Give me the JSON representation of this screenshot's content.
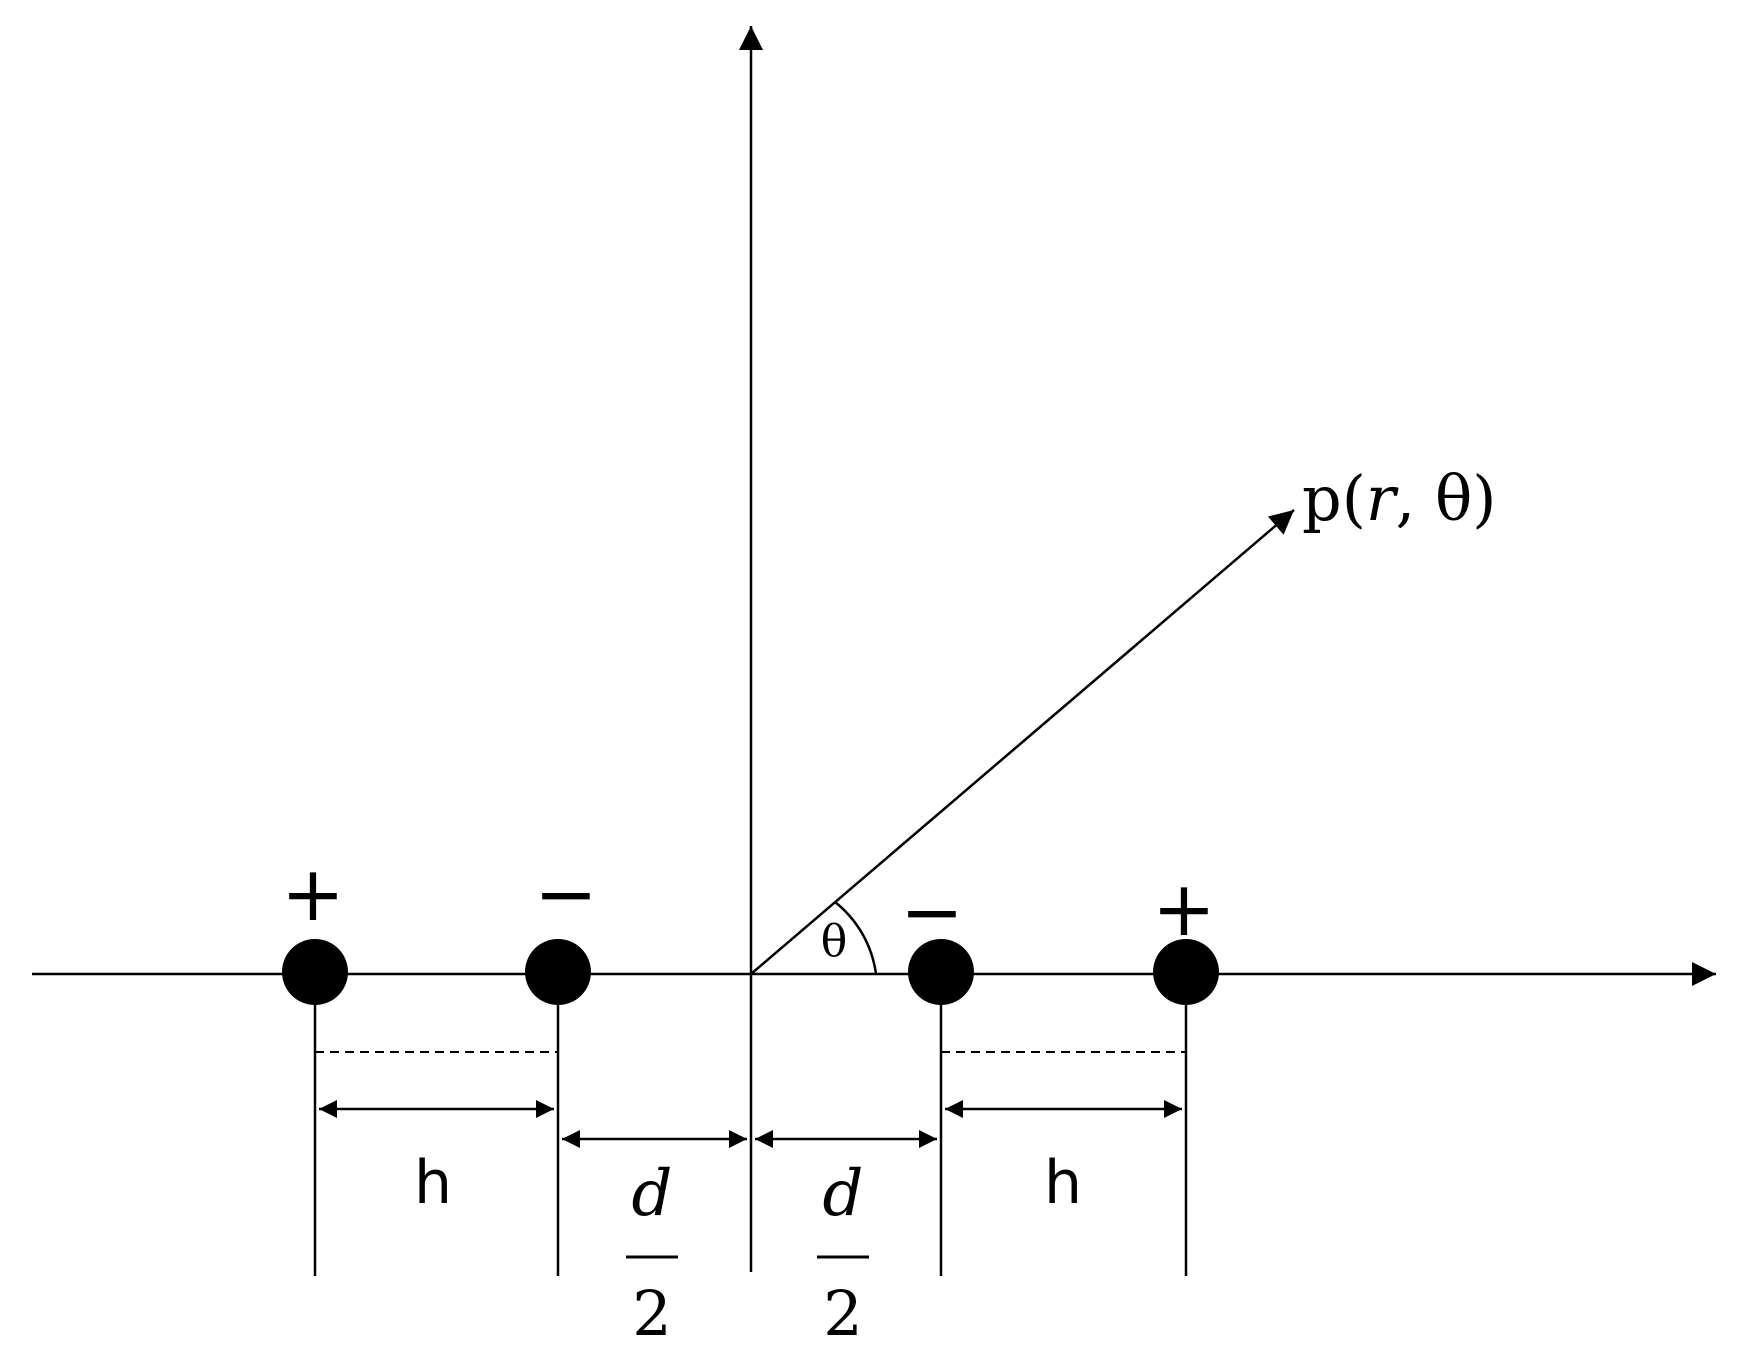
{
  "colors": {
    "ink": "#000000",
    "background": "#ffffff"
  },
  "charges": [
    {
      "sign": "+"
    },
    {
      "sign": "−"
    },
    {
      "sign": "−"
    },
    {
      "sign": "+"
    }
  ],
  "angle_label": "θ",
  "point_label": {
    "prefix": "p(",
    "r": "r",
    "rest": ", θ)"
  },
  "dimensions": {
    "left_h": "h",
    "left_d_numerator": "d",
    "left_d_denominator": "2",
    "right_d_numerator": "d",
    "right_d_denominator": "2",
    "right_h": "h"
  }
}
